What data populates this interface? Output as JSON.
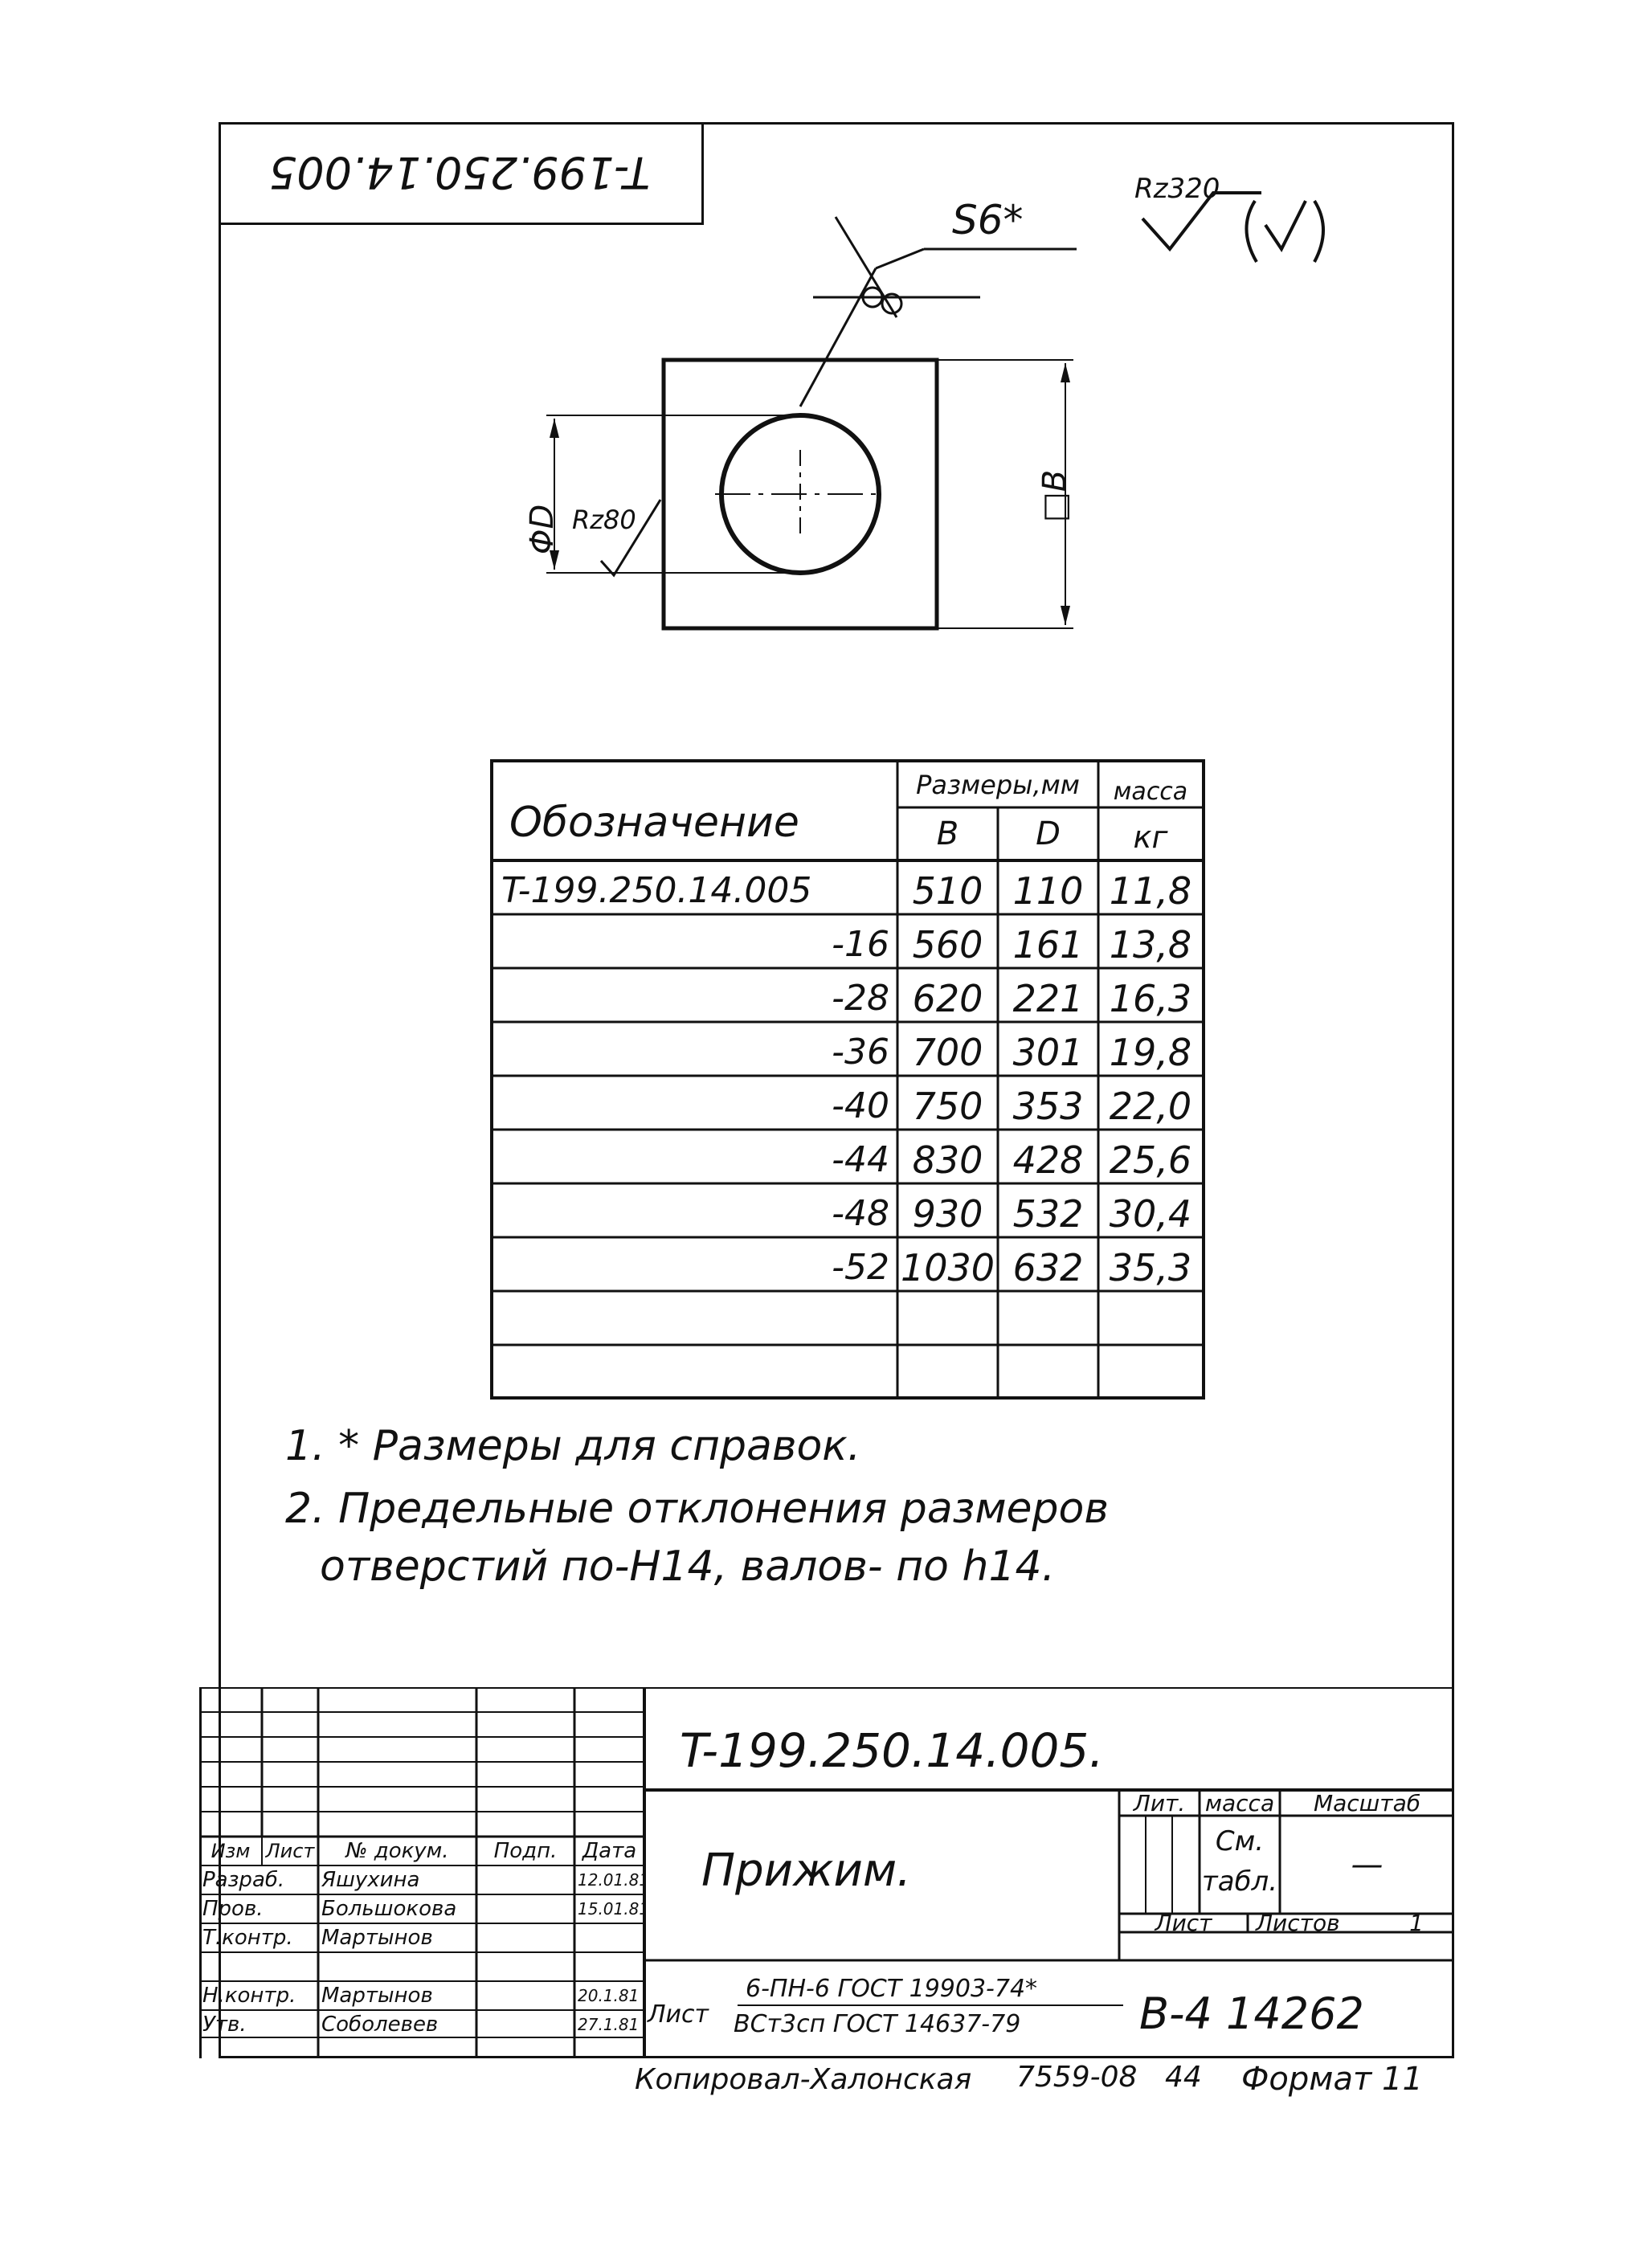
{
  "corner_stamp": "T-199.250.14.005",
  "roughness_general": "Rz320",
  "roughness_bore": "Rz80",
  "dim_thickness": "S6*",
  "dim_diameter": "ΦD",
  "dim_side": "□B",
  "table": {
    "head_designation": "Обозначение",
    "head_sizes": "Размеры,мм",
    "head_mass": "масса",
    "col_b": "B",
    "col_d": "D",
    "unit_mass": "кг",
    "rows": [
      {
        "des": "T-199.250.14.005",
        "b": "510",
        "d": "110",
        "m": "11,8"
      },
      {
        "des": "-16",
        "b": "560",
        "d": "161",
        "m": "13,8"
      },
      {
        "des": "-28",
        "b": "620",
        "d": "221",
        "m": "16,3"
      },
      {
        "des": "-36",
        "b": "700",
        "d": "301",
        "m": "19,8"
      },
      {
        "des": "-40",
        "b": "750",
        "d": "353",
        "m": "22,0"
      },
      {
        "des": "-44",
        "b": "830",
        "d": "428",
        "m": "25,6"
      },
      {
        "des": "-48",
        "b": "930",
        "d": "532",
        "m": "30,4"
      },
      {
        "des": "-52",
        "b": "1030",
        "d": "632",
        "m": "35,3"
      },
      {
        "des": "",
        "b": "",
        "d": "",
        "m": ""
      },
      {
        "des": "",
        "b": "",
        "d": "",
        "m": ""
      }
    ]
  },
  "notes": [
    "1. * Размеры для справок.",
    "2. Предельные отклонения размеров",
    "отверстий по-H14, валов- по h14."
  ],
  "title_block": {
    "designation": "T-199.250.14.005.",
    "name": "Прижим.",
    "lit_label": "Лит.",
    "mass_label": "масса",
    "scale_label": "Масштаб",
    "mass_value_1": "См.",
    "mass_value_2": "табл.",
    "scale_value": "—",
    "sheet_label": "Лист",
    "sheets_label": "Листов",
    "sheets_value": "1",
    "material_prefix": "Лист",
    "material_line1": "6-ПН-6 ГОСТ 19903-74*",
    "material_line2": "ВСт3сп ГОСТ 14637-79",
    "org_code": "В-4 14262",
    "hdr_izm": "Изм",
    "hdr_list": "Лист",
    "hdr_doc": "№ докум.",
    "hdr_sign": "Подп.",
    "hdr_date": "Дата",
    "people": [
      {
        "role": "Разраб.",
        "name": "Яшухина",
        "date": "12.01.81"
      },
      {
        "role": "Пров.",
        "name": "Большокова",
        "date": "15.01.81"
      },
      {
        "role": "Т.контр.",
        "name": "Мартынов",
        "date": ""
      },
      {
        "role": "",
        "name": "",
        "date": ""
      },
      {
        "role": "Н.контр.",
        "name": "Мартынов",
        "date": "20.1.81"
      },
      {
        "role": "Утв.",
        "name": "Соболевев",
        "date": "27.1.81"
      }
    ]
  },
  "footer": {
    "copied": "Копировал-Халонская",
    "order": "7559-08",
    "sheet_no": "44",
    "format": "Формат 11"
  }
}
